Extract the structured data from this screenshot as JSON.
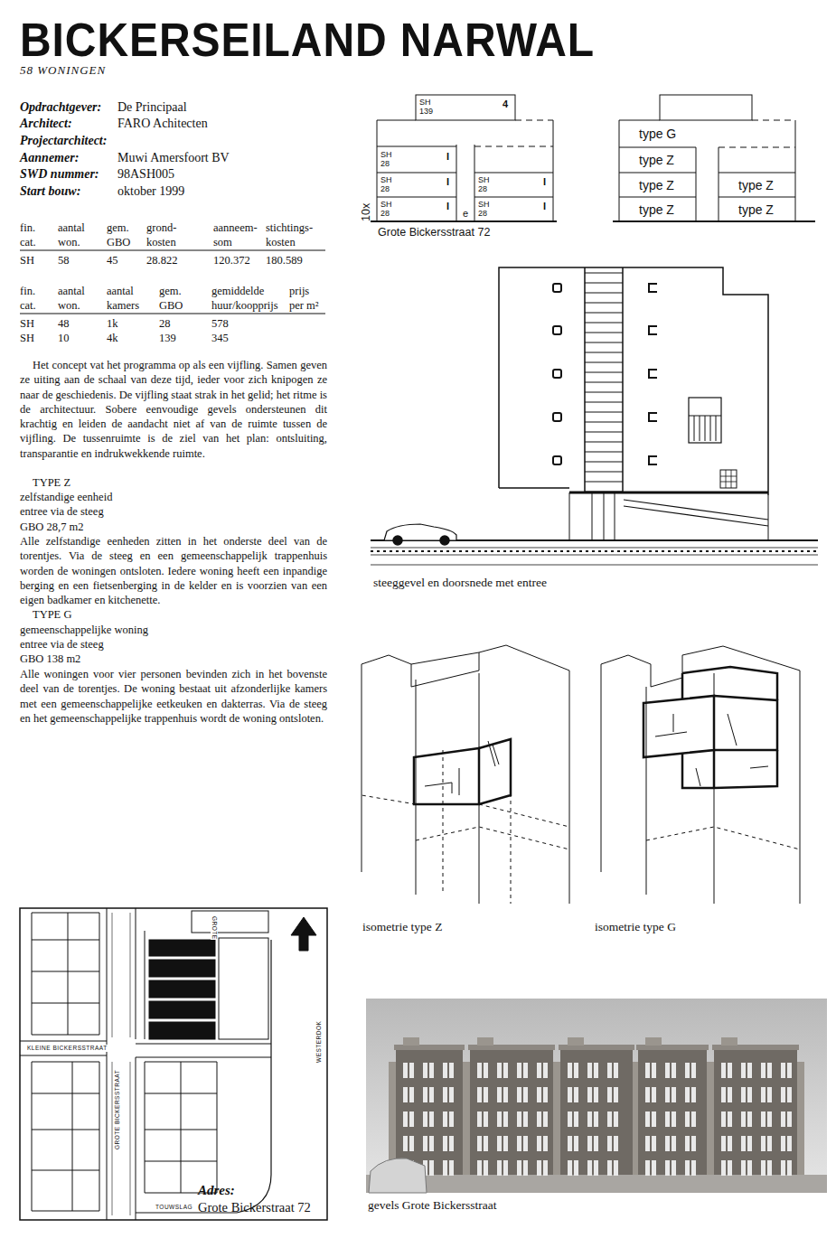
{
  "diagram": {
    "title": "BICKERSEILAND NARWAL",
    "nodes": [
      {
        "text": [
          "SH 139",
          "4"
        ]
      },
      {
        "text": [
          "SH 28",
          "I"
        ]
      },
      {
        "text": [
          "SH 28",
          "I"
        ]
      },
      {
        "text": [
          "SH 28",
          "I"
        ]
      },
      {
        "text": [
          "e"
        ]
      },
      {
        "text": [
          "SH 28",
          "I"
        ]
      },
      {
        "text": [
          "SH 28",
          "I"
        ]
      },
      {
        "text": [
          "type G"
        ]
      },
      {
        "text": [
          "type Z"
        ]
      },
      {
        "text": [
          "type Z"
        ]
      },
      {
        "text": [
          "type Z"
        ]
      },
      {
        "text": [
          "type Z"
        ]
      },
      {
        "text": [
          "type Z"
        ]
      }
    ],
    "labels": [
      "58 WONINGEN",
      "Opdrachtgever:",
      "De Principaal",
      "Architect:",
      "FARO Achitecten",
      "Projectarchitect:",
      "Aannemer:",
      "Muwi Amersfoort BV",
      "SWD nummer:",
      "98ASH005",
      "Start bouw:",
      "oktober 1999",
      "fin.",
      "aantal",
      "gem.",
      "grond-",
      "aanneem-",
      "stichtings-",
      "cat.",
      "won.",
      "GBO",
      "kosten",
      "som",
      "kosten",
      "SH",
      "58",
      "45",
      "28.822",
      "120.372",
      "180.589",
      "fin.",
      "aantal",
      "aantal",
      "gem.",
      "gemiddelde",
      "prijs",
      "cat.",
      "won.",
      "kamers",
      "GBO",
      "huur/koopprijs",
      "per m²",
      "SH",
      "48",
      "1k",
      "28",
      "578",
      "SH",
      "10",
      "4k",
      "139",
      "345",
      "Het concept vat het programma op als een vijfling. Samen geven ze uiting aan de schaal van deze tijd, ieder voor zich knipogen ze naar de geschiedenis. De vijfling staat strak in het gelid; het ritme is de architectuur. Sobere eenvoudige gevels ondersteunen dit krachtig en leiden de aandacht niet af van de ruimte tussen de vijfling. De tussenruimte is de ziel van het plan: ontsluiting, transparantie en indrukwekkende ruimte.",
      "TYPE Z",
      "zelfstandige eenheid",
      "entree via de steeg",
      "GBO 28,7 m2",
      "Alle zelfstandige eenheden zitten in het onderste deel van de torentjes. Via de steeg en een gemeenschappelijk trappenhuis worden de woningen ontsloten. Iedere woning heeft een inpandige berging en een fietsenberging in de kelder en is voorzien van een eigen badkamer en kitchenette.",
      "TYPE G",
      "gemeenschappelijke woning",
      "entree via de steeg",
      "GBO 138 m2",
      "Alle woningen voor vier personen bevinden zich in het bovenste deel van de torentjes. De woning bestaat uit afzonderlijke kamers met een gemeenschappelijke eetkeuken en dakterras. Via de steeg en het gemeenschappelijke trappenhuis wordt de woning ontsloten.",
      "10x",
      "Grote Bickersstraat 72",
      "steeggevel en doorsnede met entree",
      "isometrie type Z",
      "isometrie type G",
      "gevels Grote Bickersstraat",
      "Adres:",
      "Grote Bickerstraat 72",
      "KLEINE BICKERSSTRAAT",
      "GROTE BICKERSSTRAAT",
      "WESTERDOK",
      "TOUWSLAG",
      "GROTE"
    ]
  }
}
